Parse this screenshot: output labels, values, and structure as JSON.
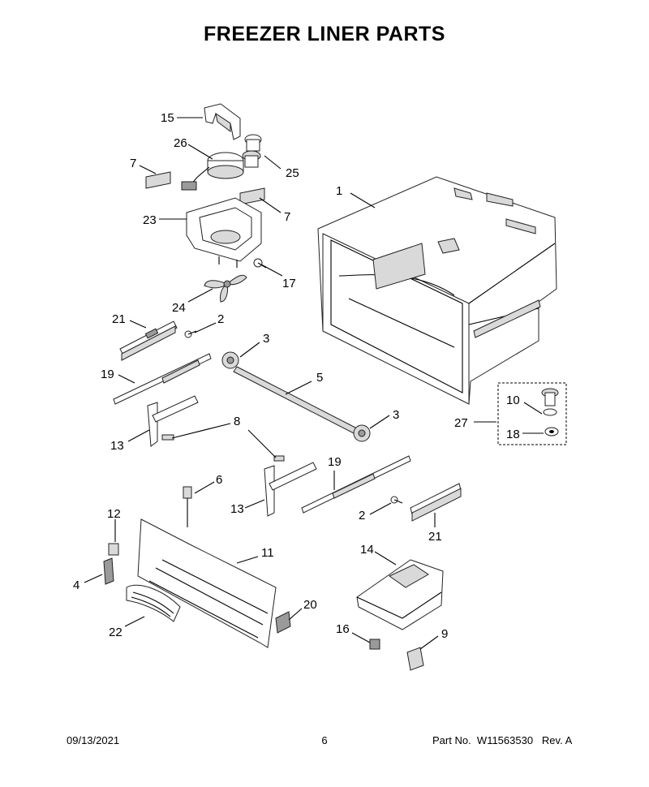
{
  "title": "FREEZER LINER PARTS",
  "footer": {
    "date": "09/13/2021",
    "page": "6",
    "part_no_label": "Part No.",
    "part_no": "W11563530",
    "revision": "Rev.  A"
  },
  "callouts": [
    {
      "id": "c15",
      "text": "15"
    },
    {
      "id": "c26",
      "text": "26"
    },
    {
      "id": "c25",
      "text": "25"
    },
    {
      "id": "c7a",
      "text": "7"
    },
    {
      "id": "c7b",
      "text": "7"
    },
    {
      "id": "c23",
      "text": "23"
    },
    {
      "id": "c1",
      "text": "1"
    },
    {
      "id": "c17",
      "text": "17"
    },
    {
      "id": "c24",
      "text": "24"
    },
    {
      "id": "c21a",
      "text": "21"
    },
    {
      "id": "c2a",
      "text": "2"
    },
    {
      "id": "c3a",
      "text": "3"
    },
    {
      "id": "c19a",
      "text": "19"
    },
    {
      "id": "c5",
      "text": "5"
    },
    {
      "id": "c10",
      "text": "10"
    },
    {
      "id": "c27",
      "text": "27"
    },
    {
      "id": "c18",
      "text": "18"
    },
    {
      "id": "c3b",
      "text": "3"
    },
    {
      "id": "c8",
      "text": "8"
    },
    {
      "id": "c13a",
      "text": "13"
    },
    {
      "id": "c19b",
      "text": "19"
    },
    {
      "id": "c6",
      "text": "6"
    },
    {
      "id": "c13b",
      "text": "13"
    },
    {
      "id": "c2b",
      "text": "2"
    },
    {
      "id": "c12",
      "text": "12"
    },
    {
      "id": "c21b",
      "text": "21"
    },
    {
      "id": "c14",
      "text": "14"
    },
    {
      "id": "c11",
      "text": "11"
    },
    {
      "id": "c4",
      "text": "4"
    },
    {
      "id": "c20",
      "text": "20"
    },
    {
      "id": "c22",
      "text": "22"
    },
    {
      "id": "c16",
      "text": "16"
    },
    {
      "id": "c9",
      "text": "9"
    }
  ]
}
